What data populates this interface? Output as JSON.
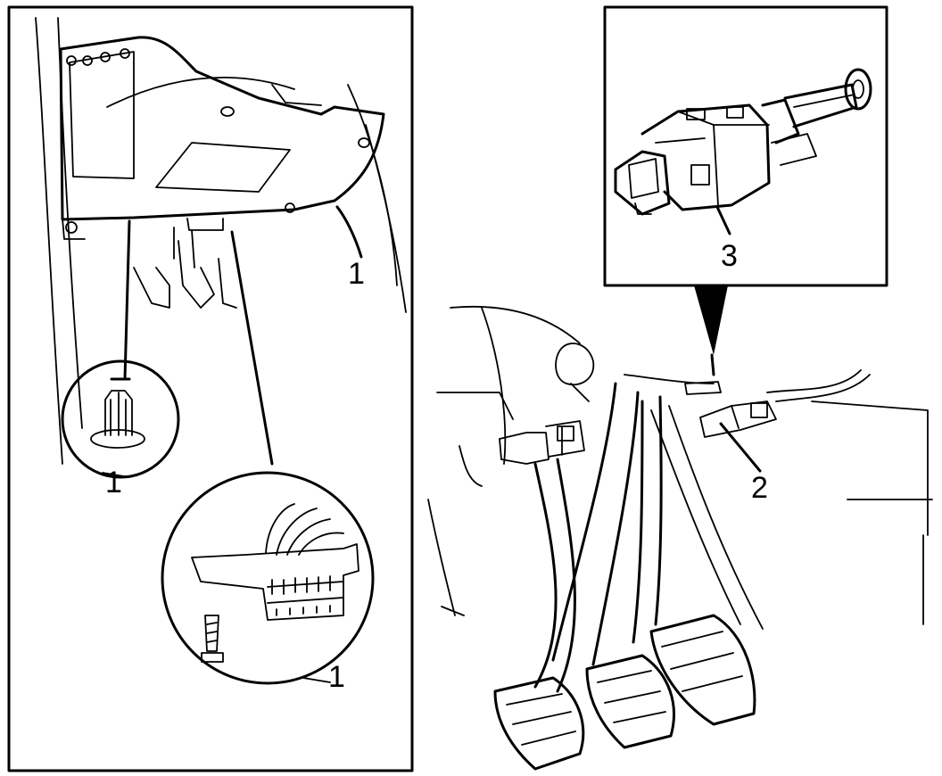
{
  "callouts": {
    "panel": "1",
    "clip": "1",
    "connector_screw": "1",
    "brake_switch": "2",
    "switch_detail": "3"
  },
  "colors": {
    "ink": "#000000",
    "paper": "#ffffff"
  }
}
